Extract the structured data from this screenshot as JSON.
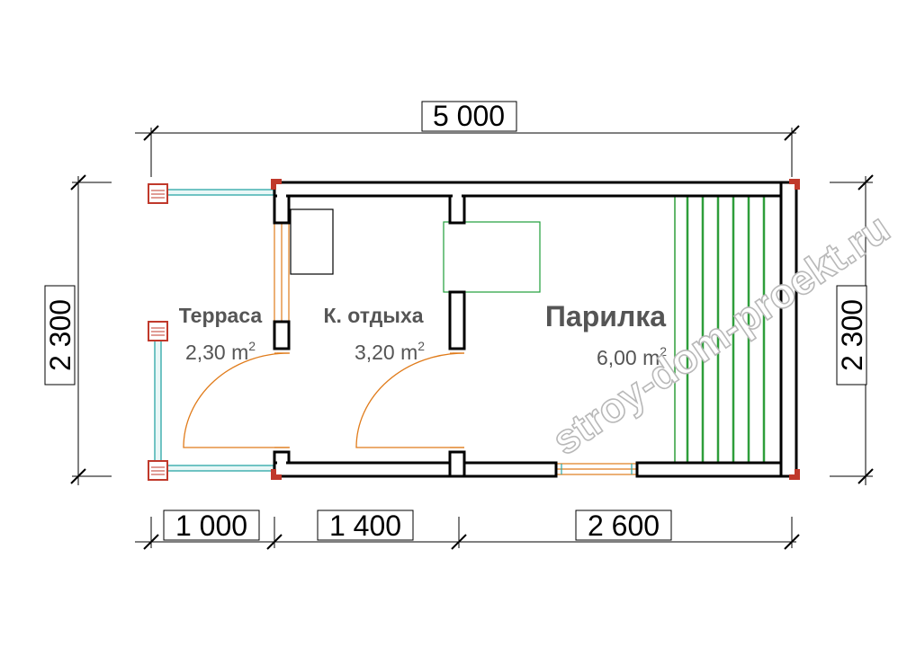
{
  "plan": {
    "dimensions": {
      "top_total": "5 000",
      "left_height": "2 300",
      "right_height": "2 300",
      "bottom_segments": [
        "1 000",
        "1 400",
        "2 600"
      ]
    },
    "rooms": [
      {
        "name": "Терраса",
        "area": "2,30 m",
        "area_sup": "2"
      },
      {
        "name": "К. отдыха",
        "area": "3,20 m",
        "area_sup": "2"
      },
      {
        "name": "Парилка",
        "area": "6,00 m",
        "area_sup": "2"
      }
    ],
    "watermark": "stroy-dom-proekt.ru",
    "colors": {
      "wall": "#000000",
      "corner": "#c0392b",
      "door_arc": "#e07b1a",
      "window": "#2aa6a6",
      "bench": "#2e9e3a",
      "table": "#1e9e3a"
    }
  }
}
